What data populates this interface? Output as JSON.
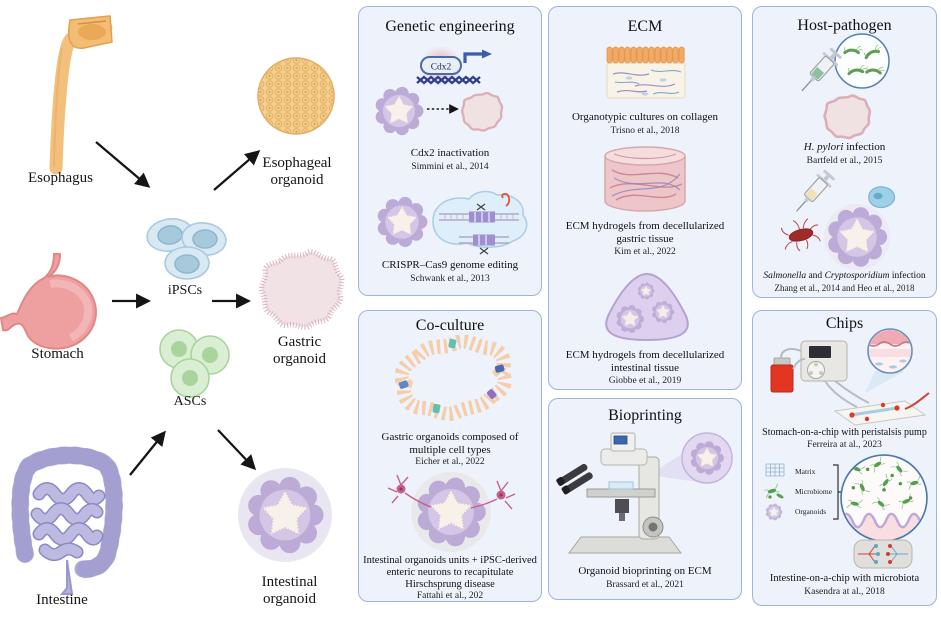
{
  "colors": {
    "panel_background": "#edf2fb",
    "panel_border": "#9fb4d8",
    "esophagus_orange": "#f2c07c",
    "stomach_pink": "#ee9f9f",
    "intestine_purple": "#b3b0dc",
    "ipsc_blue": "#d9e9f3",
    "asc_green": "#d9eed2",
    "organoid_purple": "#bcaad7",
    "organoid_pink": "#f0e1e3"
  },
  "left": {
    "esophagus": "Esophagus",
    "stomach": "Stomach",
    "intestine": "Intestine",
    "ipscs": "iPSCs",
    "ascs": "ASCs",
    "esophageal_organoid": "Esophageal organoid",
    "gastric_organoid": "Gastric organoid",
    "intestinal_organoid": "Intestinal organoid"
  },
  "panels": {
    "genetic": {
      "title": "Genetic engineering",
      "gene": "Cdx2",
      "item1_caption": "Cdx2 inactivation",
      "item1_citation": "Simmini et al., 2014",
      "item2_caption": "CRISPR–Cas9 genome editing",
      "item2_citation": "Schwank et al., 2013"
    },
    "coculture": {
      "title": "Co-culture",
      "item1_caption": "Gastric organoids composed of multiple cell types",
      "item1_citation": "Eicher et al., 2022",
      "item2_caption": "Intestinal organoids units + iPSC-derived enteric neurons to recapitulate Hirschsprung disease",
      "item2_citation": "Fattahi et al., 202"
    },
    "ecm": {
      "title": "ECM",
      "item1_caption": "Organotypic cultures on collagen",
      "item1_citation": "Trisno et al., 2018",
      "item2_caption": "ECM hydrogels from decellularized gastric tissue",
      "item2_citation": "Kim et al., 2022",
      "item3_caption": "ECM hydrogels from decellularized intestinal tissue",
      "item3_citation": "Giobbe et al., 2019"
    },
    "bioprinting": {
      "title": "Bioprinting",
      "item1_caption": "Organoid bioprinting on ECM",
      "item1_citation": "Brassard et al., 2021"
    },
    "host": {
      "title": "Host-pathogen",
      "item1_cap_i": "H. pylori",
      "item1_cap_r": " infection",
      "item1_citation": "Bartfeld et al., 2015",
      "item2_cap_i1": "Salmonella",
      "item2_cap_r1": " and ",
      "item2_cap_i2": "Cryptosporidium",
      "item2_cap_r2": " infection",
      "item2_citation": "Zhang et al., 2014 and Heo et al., 2018"
    },
    "chips": {
      "title": "Chips",
      "item1_caption": "Stomach-on-a-chip with peristalsis pump",
      "item1_citation": "Ferreira at al., 2023",
      "legend_matrix": "Matrix",
      "legend_microbiome": "Microbiome",
      "legend_organoids": "Organoids",
      "item2_caption": "Intestine-on-a-chip with microbiota",
      "item2_citation": "Kasendra at al., 2018"
    }
  }
}
